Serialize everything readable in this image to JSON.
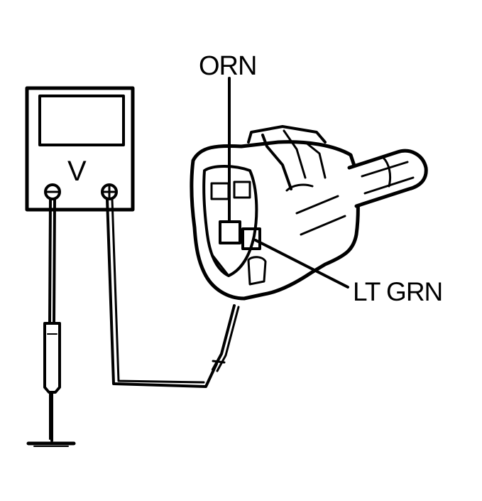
{
  "labels": {
    "wire_top": "ORN",
    "wire_bottom": "LT GRN",
    "meter_unit": "V"
  },
  "icons": [
    "voltmeter-icon",
    "connector-icon",
    "ground-icon",
    "probe-icon"
  ],
  "colors": {
    "ink": "#000000",
    "background": "#ffffff"
  }
}
